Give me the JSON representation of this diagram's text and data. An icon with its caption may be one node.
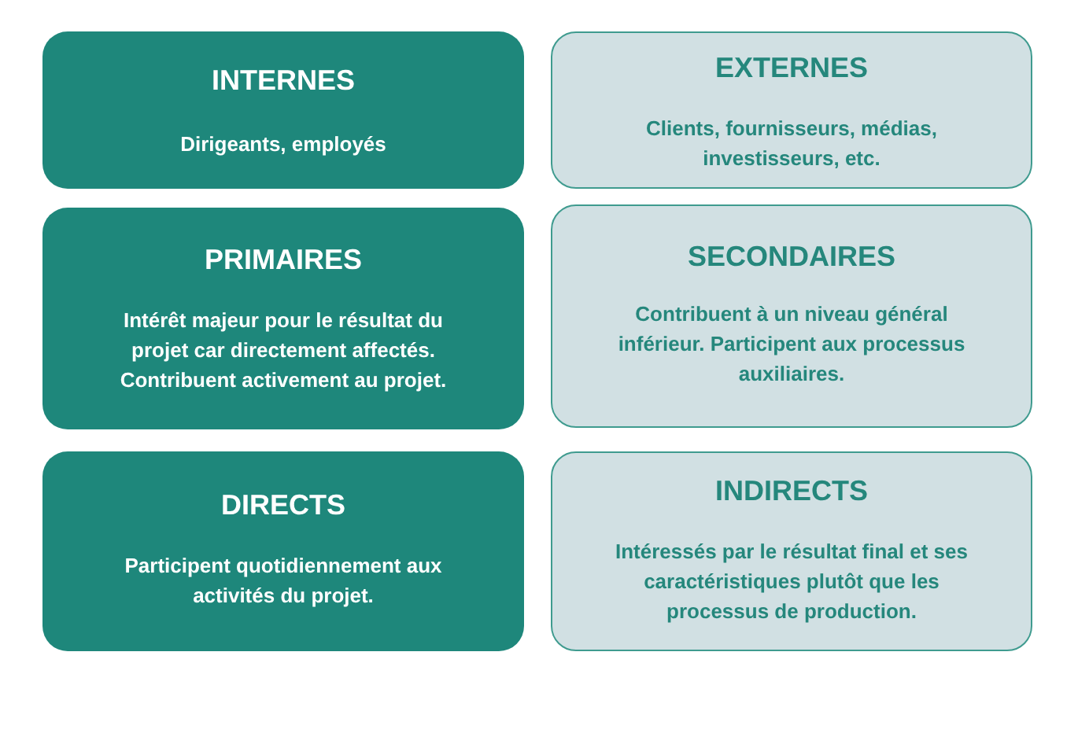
{
  "diagram": {
    "nodes": [
      {
        "text": [
          "INTERNES",
          "Dirigeants, employés"
        ]
      },
      {
        "text": [
          "EXTERNES",
          "Clients, fournisseurs, médias, investisseurs, etc."
        ]
      },
      {
        "text": [
          "PRIMAIRES",
          "Intérêt majeur pour le résultat du projet car directement affectés. Contribuent activement au projet."
        ]
      },
      {
        "text": [
          "SECONDAIRES",
          "Contribuent à un niveau général inférieur. Participent aux processus auxiliaires."
        ]
      },
      {
        "text": [
          "DIRECTS",
          "Participent quotidiennement aux activités du projet."
        ]
      },
      {
        "text": [
          "INDIRECTS",
          "Intéressés par le résultat final et ses caractéristiques plutôt que les processus de production."
        ]
      }
    ],
    "edges": []
  }
}
